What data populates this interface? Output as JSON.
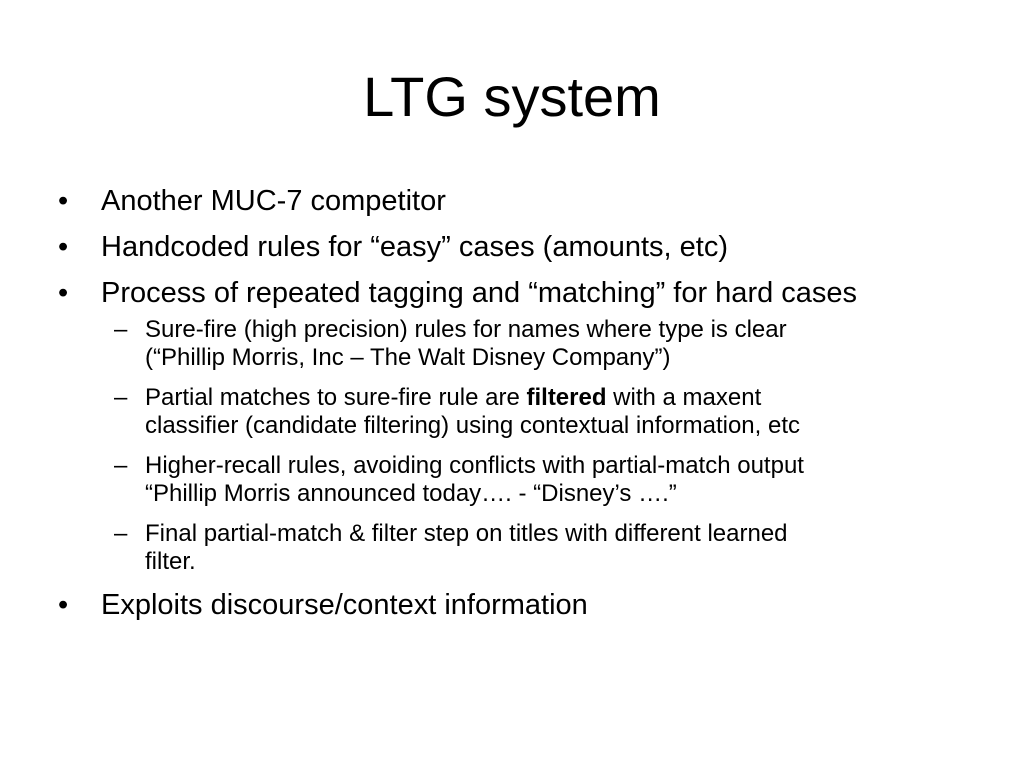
{
  "slide": {
    "title": "LTG system",
    "bullets": [
      {
        "text": "Another MUC-7 competitor"
      },
      {
        "text": "Handcoded rules for “easy” cases (amounts, etc)"
      },
      {
        "text": "Process of repeated tagging and “matching” for hard cases",
        "subbullets": [
          {
            "line1": "Sure-fire (high precision) rules for names where type is clear",
            "line2": "(“Phillip Morris, Inc – The Walt Disney Company”)"
          },
          {
            "before_bold": "Partial matches to sure-fire rule are ",
            "bold": "filtered",
            "after_bold": " with a maxent",
            "line2": "classifier (candidate filtering) using contextual information, etc"
          },
          {
            "line1": "Higher-recall rules, avoiding conflicts with partial-match output",
            "line2": "“Phillip Morris announced today…. - “Disney’s ….”"
          },
          {
            "line1": "Final partial-match & filter step on titles with different learned",
            "line2": "filter."
          }
        ]
      },
      {
        "text": "Exploits discourse/context information"
      }
    ],
    "bullet_glyph": "•",
    "dash_glyph": "–"
  }
}
